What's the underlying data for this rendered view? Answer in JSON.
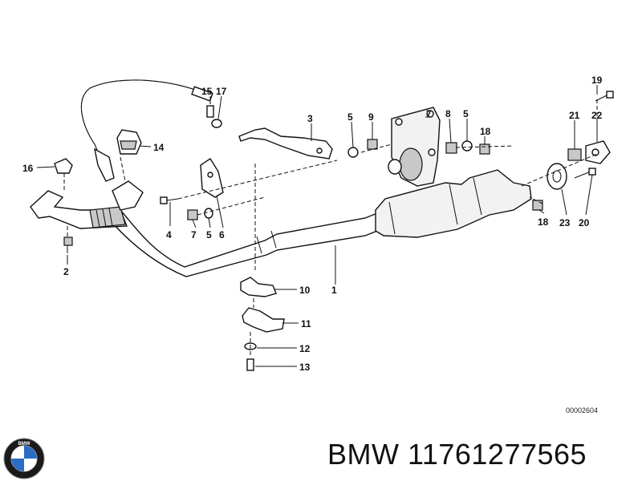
{
  "diagram": {
    "labels": [
      {
        "id": "p1",
        "text": "1"
      },
      {
        "id": "p2",
        "text": "2"
      },
      {
        "id": "p3",
        "text": "3"
      },
      {
        "id": "p4",
        "text": "4"
      },
      {
        "id": "p5a",
        "text": "5"
      },
      {
        "id": "p5b",
        "text": "5"
      },
      {
        "id": "p5c",
        "text": "5"
      },
      {
        "id": "p6",
        "text": "6"
      },
      {
        "id": "p7a",
        "text": "7"
      },
      {
        "id": "p7b",
        "text": "7"
      },
      {
        "id": "p8",
        "text": "8"
      },
      {
        "id": "p9",
        "text": "9"
      },
      {
        "id": "p10",
        "text": "10"
      },
      {
        "id": "p11",
        "text": "11"
      },
      {
        "id": "p12",
        "text": "12"
      },
      {
        "id": "p13",
        "text": "13"
      },
      {
        "id": "p14",
        "text": "14"
      },
      {
        "id": "p15",
        "text": "15"
      },
      {
        "id": "p16",
        "text": "16"
      },
      {
        "id": "p17",
        "text": "17"
      },
      {
        "id": "p18a",
        "text": "18"
      },
      {
        "id": "p18b",
        "text": "18"
      },
      {
        "id": "p19",
        "text": "19"
      },
      {
        "id": "p20",
        "text": "20"
      },
      {
        "id": "p21",
        "text": "21"
      },
      {
        "id": "p22",
        "text": "22"
      },
      {
        "id": "p23",
        "text": "23"
      }
    ],
    "reference_code": "00002604"
  },
  "footer": {
    "brand_logo_text": "BMW",
    "caption": "BMW 11761277565"
  }
}
